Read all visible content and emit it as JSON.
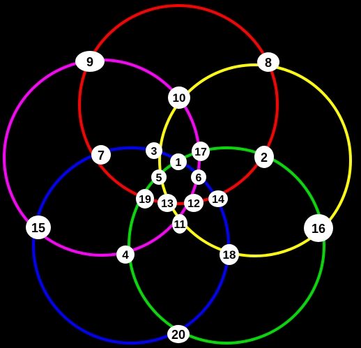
{
  "circles": [
    {
      "id": "red",
      "color": "#ff0000"
    },
    {
      "id": "yellow",
      "color": "#ffff00"
    },
    {
      "id": "green",
      "color": "#00dd00"
    },
    {
      "id": "blue",
      "color": "#0000ff"
    },
    {
      "id": "magenta",
      "color": "#ff00ff"
    }
  ],
  "nodes": [
    {
      "label": "1"
    },
    {
      "label": "2"
    },
    {
      "label": "3"
    },
    {
      "label": "4"
    },
    {
      "label": "5"
    },
    {
      "label": "6"
    },
    {
      "label": "7"
    },
    {
      "label": "8"
    },
    {
      "label": "9"
    },
    {
      "label": "10"
    },
    {
      "label": "11"
    },
    {
      "label": "12"
    },
    {
      "label": "13"
    },
    {
      "label": "14"
    },
    {
      "label": "15"
    },
    {
      "label": "16"
    },
    {
      "label": "17"
    },
    {
      "label": "18"
    },
    {
      "label": "19"
    },
    {
      "label": "20"
    }
  ]
}
